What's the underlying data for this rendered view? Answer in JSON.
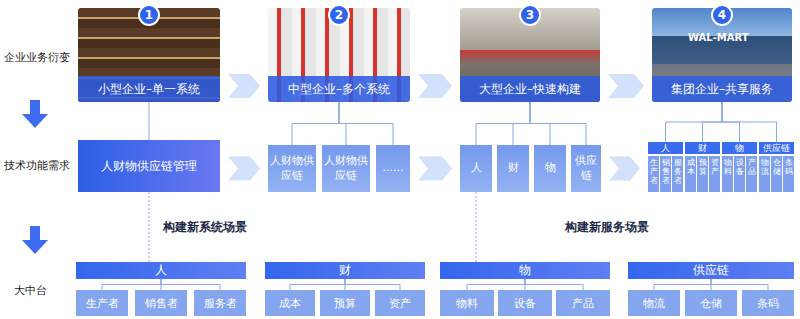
{
  "diagram": {
    "nodes": [
      {
        "text": [
          "小型企业–单一系统"
        ]
      },
      {
        "text": [
          "1"
        ],
        "in": 0
      },
      {
        "text": [
          "中型企业–多个系统"
        ]
      },
      {
        "text": [
          "2"
        ],
        "in": 2
      },
      {
        "text": [
          "大型企业–快速构建"
        ]
      },
      {
        "text": [
          "3"
        ],
        "in": 4
      },
      {
        "text": [
          "集团企业–共享服务"
        ]
      },
      {
        "text": [
          "4"
        ],
        "in": 6
      },
      {
        "text": [
          "人财物供应链管理"
        ]
      },
      {
        "text": [
          "人财物供应链"
        ]
      },
      {
        "text": [
          "人财物供应链"
        ]
      },
      {
        "text": [
          "......"
        ]
      },
      {
        "text": [
          "人"
        ]
      },
      {
        "text": [
          "财"
        ]
      },
      {
        "text": [
          "物"
        ]
      },
      {
        "text": [
          "供应链"
        ]
      },
      {
        "text": [
          "人"
        ]
      },
      {
        "text": [
          "生产者"
        ],
        "in": 16
      },
      {
        "text": [
          "销售者"
        ],
        "in": 16
      },
      {
        "text": [
          "服务者"
        ],
        "in": 16
      },
      {
        "text": [
          "财"
        ]
      },
      {
        "text": [
          "成本"
        ],
        "in": 20
      },
      {
        "text": [
          "预算"
        ],
        "in": 20
      },
      {
        "text": [
          "资产"
        ],
        "in": 20
      },
      {
        "text": [
          "物"
        ]
      },
      {
        "text": [
          "物料"
        ],
        "in": 24
      },
      {
        "text": [
          "设备"
        ],
        "in": 24
      },
      {
        "text": [
          "产品"
        ],
        "in": 24
      },
      {
        "text": [
          "供应链"
        ]
      },
      {
        "text": [
          "物流"
        ],
        "in": 28
      },
      {
        "text": [
          "仓储"
        ],
        "in": 28
      },
      {
        "text": [
          "条码"
        ],
        "in": 28
      },
      {
        "text": [
          "人"
        ]
      },
      {
        "text": [
          "生产者"
        ]
      },
      {
        "text": [
          "销售者"
        ]
      },
      {
        "text": [
          "服务者"
        ]
      },
      {
        "text": [
          "财"
        ]
      },
      {
        "text": [
          "成本"
        ]
      },
      {
        "text": [
          "预算"
        ]
      },
      {
        "text": [
          "资产"
        ]
      },
      {
        "text": [
          "物"
        ]
      },
      {
        "text": [
          "物料"
        ]
      },
      {
        "text": [
          "设备"
        ]
      },
      {
        "text": [
          "产品"
        ]
      },
      {
        "text": [
          "供应链"
        ]
      },
      {
        "text": [
          "物流"
        ]
      },
      {
        "text": [
          "仓储"
        ]
      },
      {
        "text": [
          "条码"
        ]
      }
    ],
    "edges": [
      {
        "from": 0,
        "to": 2,
        "arrow": "to"
      },
      {
        "from": 2,
        "to": 4,
        "arrow": "to"
      },
      {
        "from": 4,
        "to": 6,
        "arrow": "to"
      },
      {
        "from": 0,
        "to": 8,
        "arrow": "none"
      },
      {
        "from": 2,
        "to": 9,
        "arrow": "none"
      },
      {
        "from": 2,
        "to": 10,
        "arrow": "none"
      },
      {
        "from": 2,
        "to": 11,
        "arrow": "none"
      },
      {
        "from": 4,
        "to": 12,
        "arrow": "none"
      },
      {
        "from": 4,
        "to": 13,
        "arrow": "none"
      },
      {
        "from": 4,
        "to": 14,
        "arrow": "none"
      },
      {
        "from": 4,
        "to": 15,
        "arrow": "none"
      },
      {
        "from": 6,
        "to": 16,
        "arrow": "none"
      },
      {
        "from": 6,
        "to": 20,
        "arrow": "none"
      },
      {
        "from": 6,
        "to": 24,
        "arrow": "none"
      },
      {
        "from": 6,
        "to": 28,
        "arrow": "none"
      },
      {
        "from": 8,
        "to": 9,
        "arrow": "to"
      },
      {
        "from": 11,
        "to": 12,
        "arrow": "to"
      },
      {
        "from": 15,
        "to": 16,
        "arrow": "to"
      },
      {
        "from": 8,
        "to": 32,
        "arrow": "none"
      },
      {
        "from": 12,
        "to": 40,
        "arrow": "none"
      },
      {
        "from": 32,
        "to": 33,
        "arrow": "none"
      },
      {
        "from": 32,
        "to": 34,
        "arrow": "none"
      },
      {
        "from": 32,
        "to": 35,
        "arrow": "none"
      },
      {
        "from": 36,
        "to": 37,
        "arrow": "none"
      },
      {
        "from": 36,
        "to": 38,
        "arrow": "none"
      },
      {
        "from": 36,
        "to": 39,
        "arrow": "none"
      },
      {
        "from": 40,
        "to": 41,
        "arrow": "none"
      },
      {
        "from": 40,
        "to": 42,
        "arrow": "none"
      },
      {
        "from": 40,
        "to": 43,
        "arrow": "none"
      },
      {
        "from": 44,
        "to": 45,
        "arrow": "none"
      },
      {
        "from": 44,
        "to": 46,
        "arrow": "none"
      },
      {
        "from": 44,
        "to": 47,
        "arrow": "none"
      }
    ],
    "labels": [
      "企业业务衍变",
      "技术功能需求",
      "大中台",
      "构建新系统场景",
      "构建新服务场景",
      "WAL-MART"
    ]
  }
}
